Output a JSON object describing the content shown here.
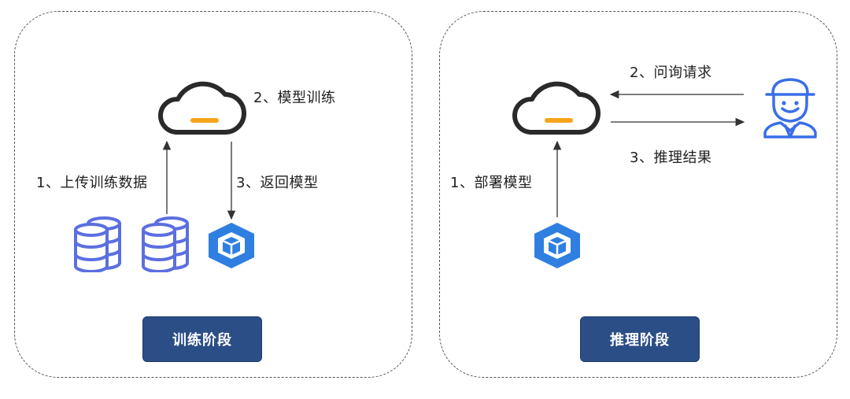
{
  "training": {
    "step1": "1、上传训练数据",
    "step2": "2、模型训练",
    "step3": "3、返回模型",
    "stage_label": "训练阶段"
  },
  "inference": {
    "step1": "1、部署模型",
    "step2": "2、问询请求",
    "step3": "3、推理结果",
    "stage_label": "推理阶段"
  },
  "icons": [
    "cloud-icon",
    "database-icon",
    "model-cube-icon",
    "user-icon"
  ],
  "colors": {
    "stage_button": "#2c4e87",
    "database": "#5b6fe0",
    "cube": "#2f7fe0",
    "cloud_bar": "#f5a51b",
    "user": "#3a6ee8"
  }
}
